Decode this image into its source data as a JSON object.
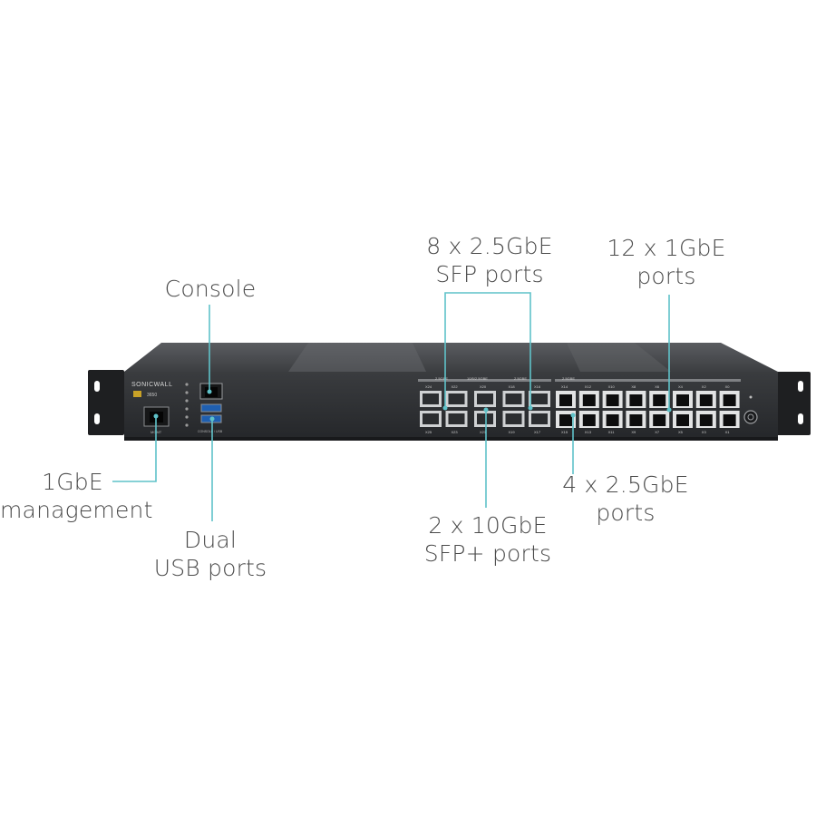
{
  "device": {
    "brand": "SONICWALL",
    "model": "3650",
    "mgmt_label": "MGMT",
    "usb_label": "CONSOLE / USB",
    "sfp_group_labels": [
      "2.5GBE",
      "10/5/2.5GBE",
      "2.5GBE"
    ],
    "rj45_group_label": "2.5GBE",
    "sfp_top_ports": [
      "X24",
      "X22",
      "X20",
      "X18",
      "X16"
    ],
    "sfp_bottom_ports": [
      "X25",
      "X23",
      "X21",
      "X19",
      "X17"
    ],
    "rj45_top_ports": [
      "X14",
      "X12",
      "X10",
      "X8",
      "X6",
      "X4",
      "X2",
      "X0"
    ],
    "rj45_bottom_ports": [
      "X15",
      "X13",
      "X11",
      "X9",
      "X7",
      "X5",
      "X3",
      "X1"
    ]
  },
  "callouts": {
    "console": [
      "Console"
    ],
    "sfp_25": [
      "8 x 2.5GbE",
      "SFP ports"
    ],
    "rj45_1g": [
      "12 x 1GbE",
      "ports"
    ],
    "mgmt": [
      "1GbE",
      "management"
    ],
    "usb": [
      "Dual",
      "USB ports"
    ],
    "sfp_10": [
      "2 x 10GbE",
      "SFP+ ports"
    ],
    "rj45_25": [
      "4 x 2.5GbE",
      "ports"
    ]
  },
  "colors": {
    "leader": "#5fc2c9",
    "chassis": "#2f3134",
    "text": "#4a4a4a"
  }
}
